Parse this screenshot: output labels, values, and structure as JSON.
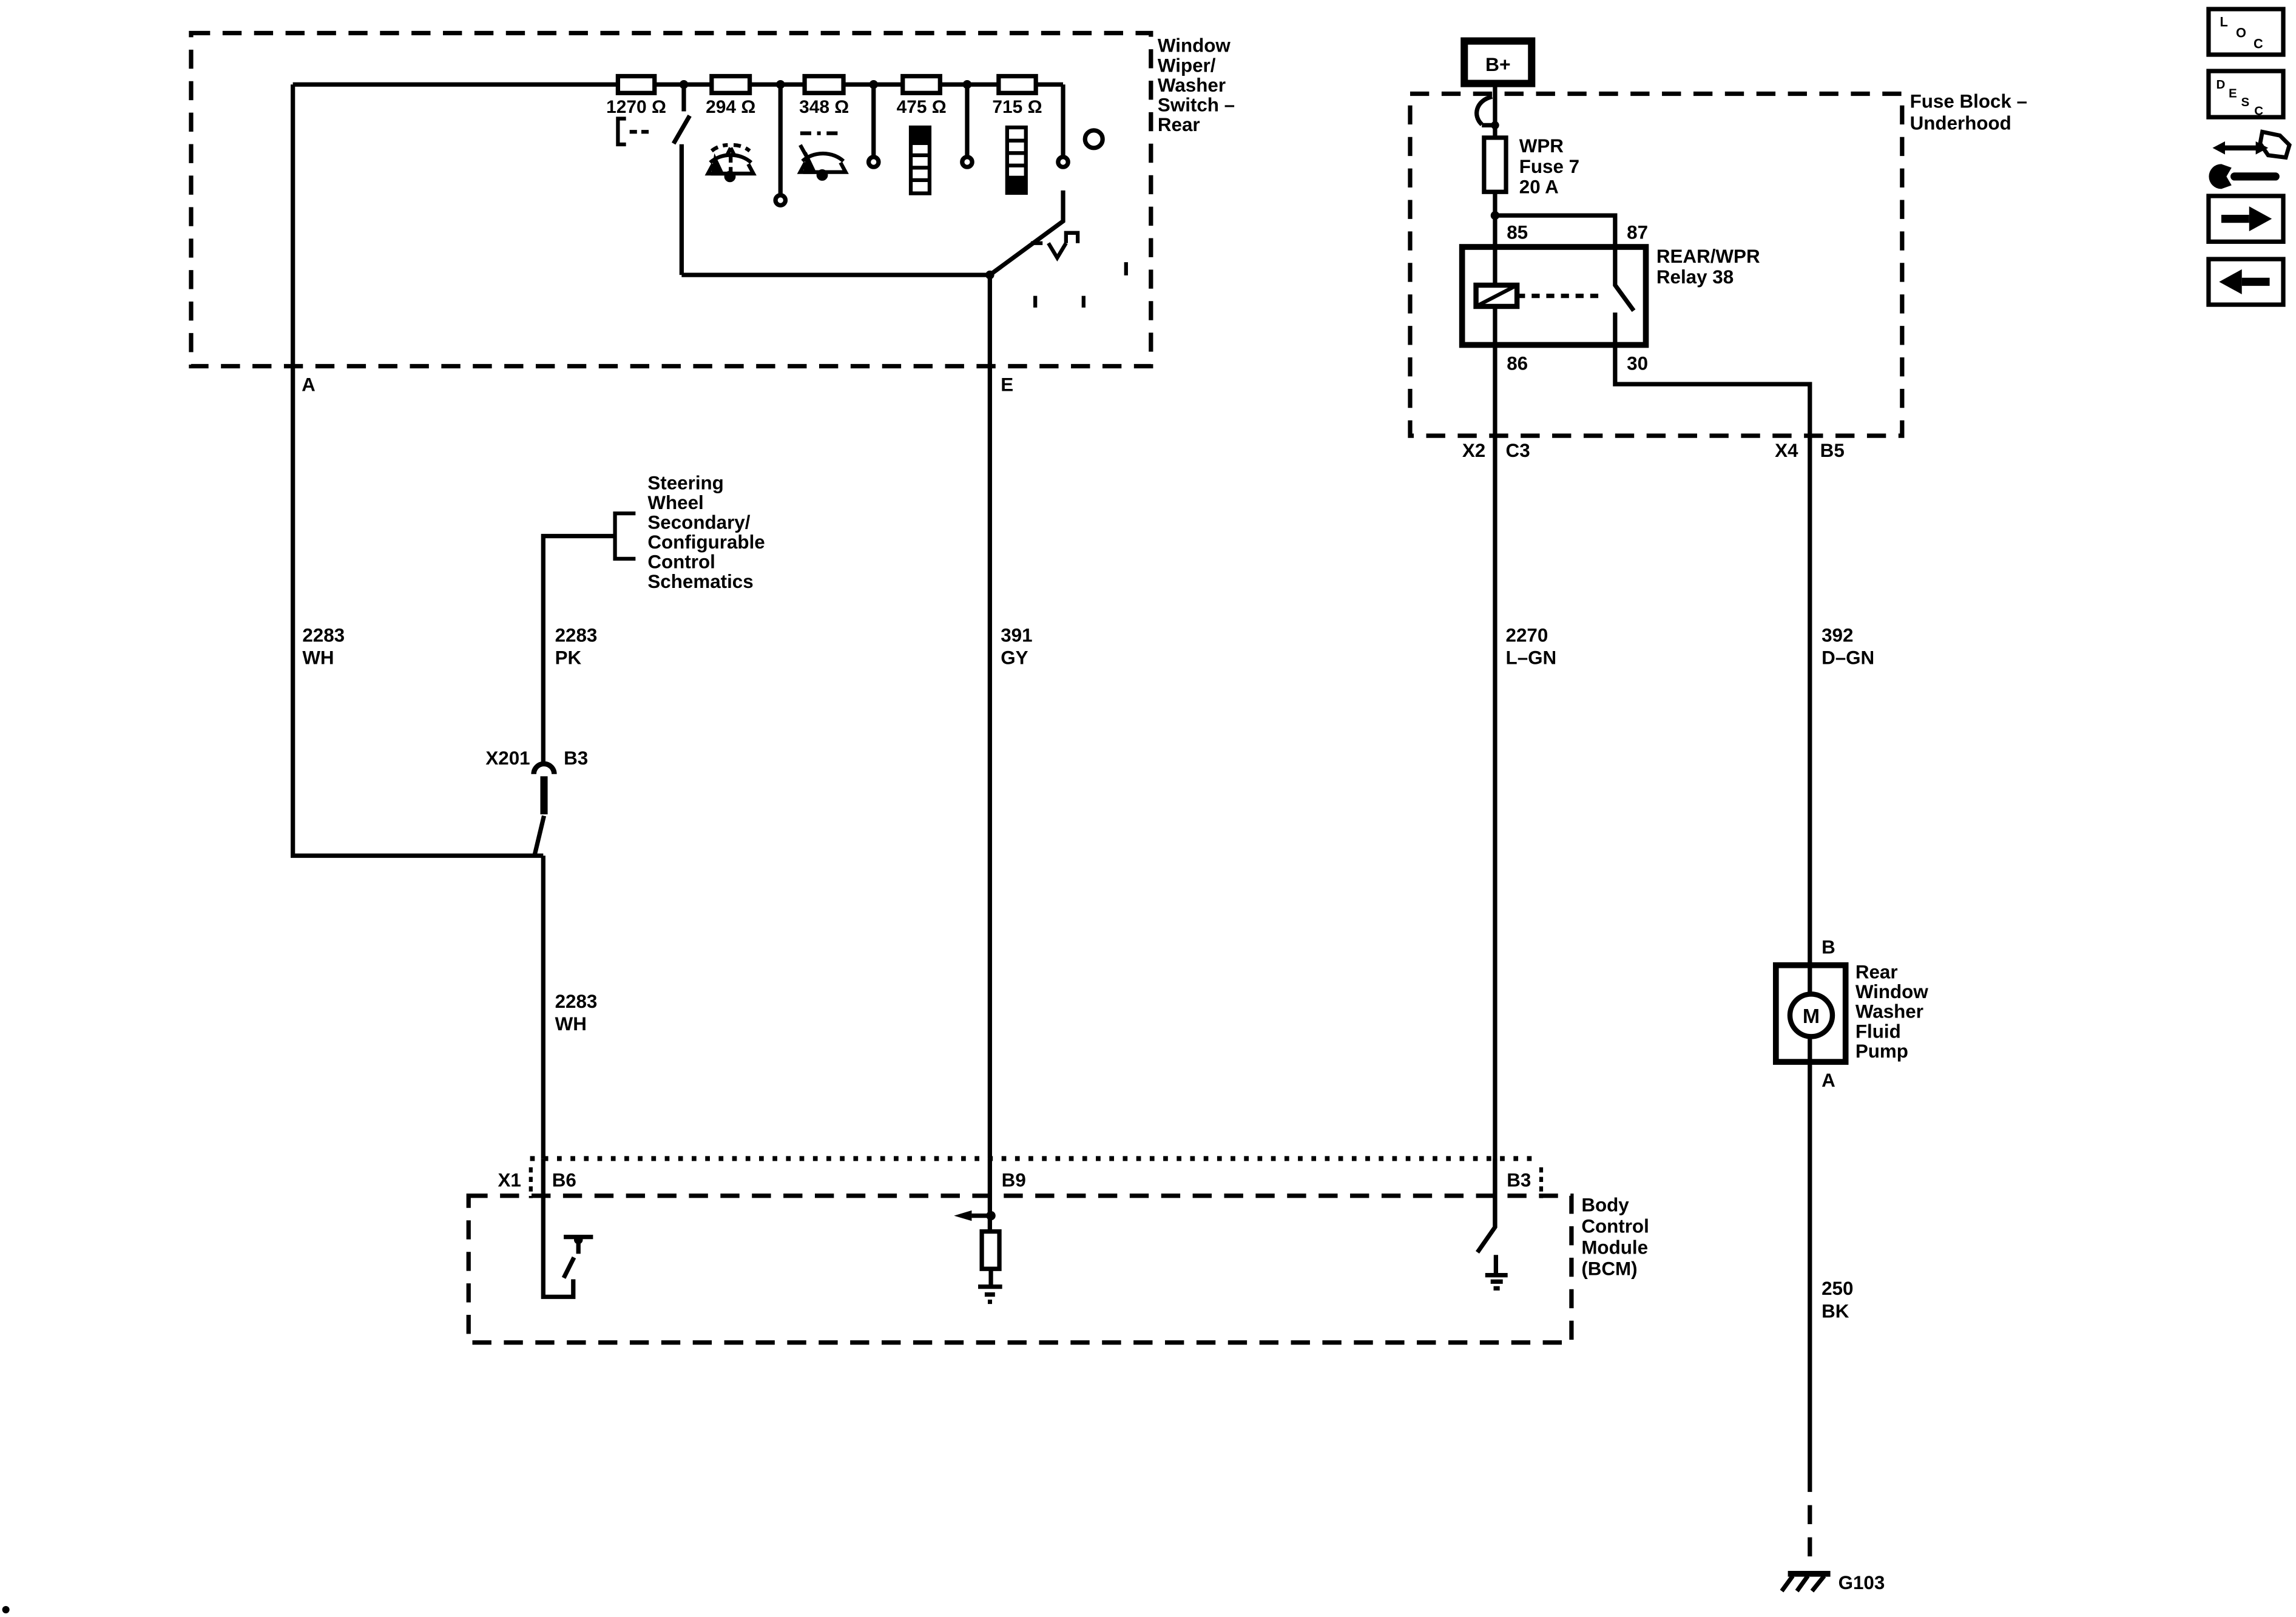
{
  "diagram": {
    "switch_box": {
      "label_lines": [
        "Window",
        "Wiper/",
        "Washer",
        "Switch –",
        "Rear"
      ],
      "resistor_labels": [
        "1270 Ω",
        "294 Ω",
        "348 Ω",
        "475 Ω",
        "715 Ω"
      ],
      "pin_a": "A",
      "pin_e": "E"
    },
    "steering_note_lines": [
      "Steering",
      "Wheel",
      "Secondary/",
      "Configurable",
      "Control",
      "Schematics"
    ],
    "x201": {
      "connector": "X201",
      "pin": "B3"
    },
    "wire_labels": {
      "wh_upper": [
        "2283",
        "WH"
      ],
      "pk": [
        "2283",
        "PK"
      ],
      "wh_lower": [
        "2283",
        "WH"
      ],
      "gy": [
        "391",
        "GY"
      ],
      "lgn": [
        "2270",
        "L–GN"
      ],
      "dgn": [
        "392",
        "D–GN"
      ],
      "bk": [
        "250",
        "BK"
      ]
    },
    "fuse_block": {
      "label_lines": [
        "Fuse Block –",
        "Underhood"
      ],
      "battery": "B+",
      "fuse_lines": [
        "WPR",
        "Fuse 7",
        "20 A"
      ],
      "relay_lines": [
        "REAR/WPR",
        "Relay 38"
      ],
      "pins": {
        "p85": "85",
        "p87": "87",
        "p86": "86",
        "p30": "30"
      },
      "conn_left": {
        "connector": "X2",
        "pin": "C3"
      },
      "conn_right": {
        "connector": "X4",
        "pin": "B5"
      }
    },
    "pump": {
      "label_lines": [
        "Rear",
        "Window",
        "Washer",
        "Fluid",
        "Pump"
      ],
      "motor_letter": "M",
      "pin_top": "B",
      "pin_bottom": "A"
    },
    "bcm": {
      "label_lines": [
        "Body",
        "Control",
        "Module",
        "(BCM)"
      ],
      "connector": "X1",
      "pin_b6": "B6",
      "pin_b9": "B9",
      "pin_b3": "B3"
    },
    "ground_label": "G103"
  },
  "toolbar": {
    "loc_letters": [
      "L",
      "O",
      "C"
    ],
    "desc_letters": [
      "D",
      "E",
      "S",
      "C"
    ]
  },
  "colors": {
    "ink": "#000000",
    "paper": "#ffffff"
  }
}
